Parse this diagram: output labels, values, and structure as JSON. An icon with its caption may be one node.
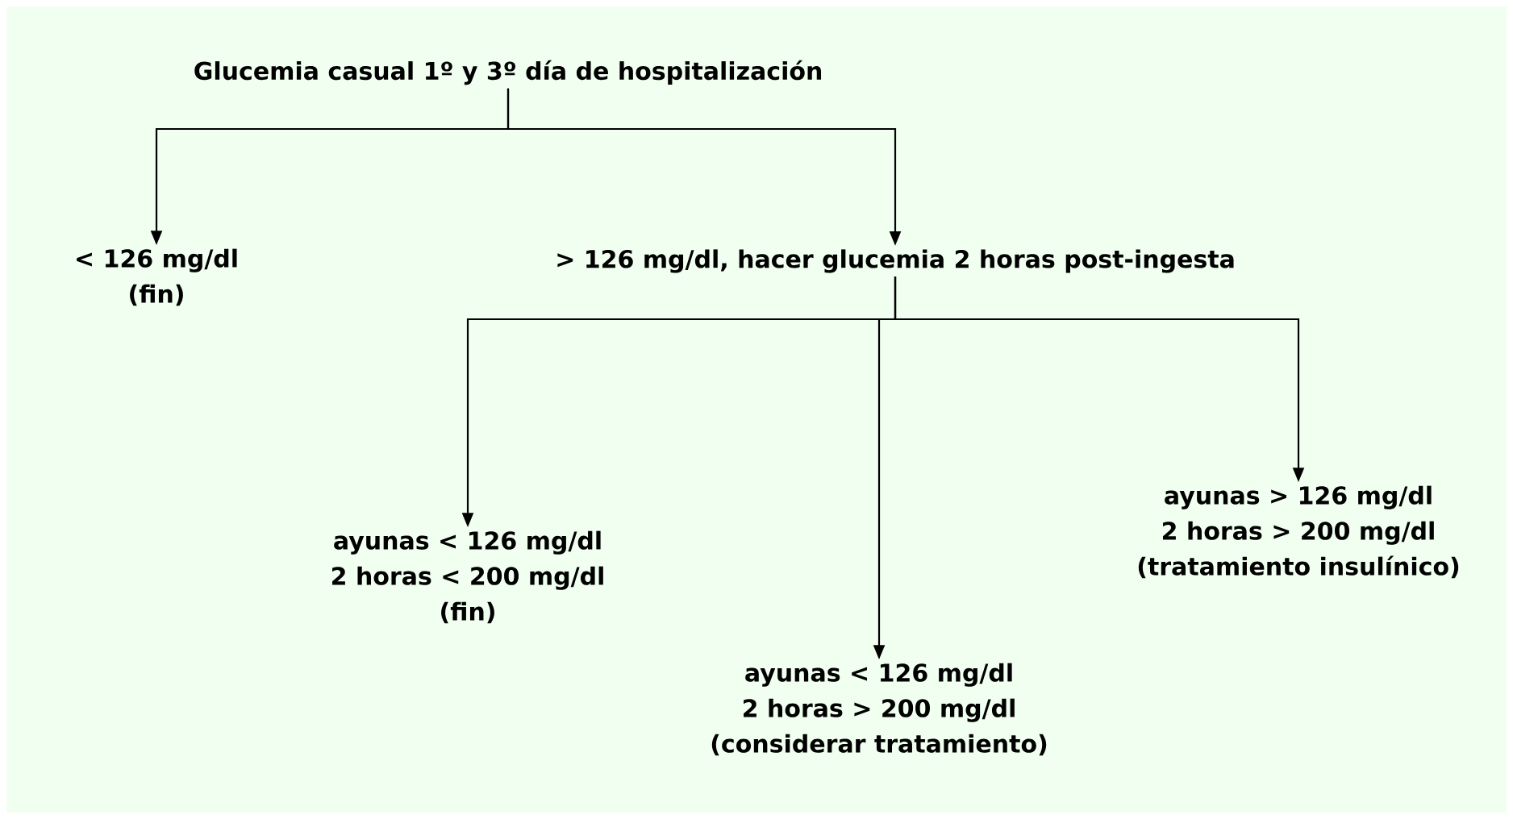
{
  "diagram": {
    "nodes": [
      {
        "text": [
          "Glucemia casual 1º y 3º día de hospitalización"
        ]
      },
      {
        "text": [
          "< 126 mg/dl",
          "(fin)"
        ]
      },
      {
        "text": [
          "> 126 mg/dl, hacer glucemia 2 horas post-ingesta"
        ]
      },
      {
        "text": [
          "ayunas < 126 mg/dl",
          "2 horas < 200 mg/dl",
          "(fin)"
        ]
      },
      {
        "text": [
          "ayunas < 126 mg/dl",
          "2 horas > 200 mg/dl",
          "(considerar tratamiento)"
        ]
      },
      {
        "text": [
          "ayunas > 126 mg/dl",
          "2 horas > 200 mg/dl",
          "(tratamiento insulínico)"
        ]
      }
    ],
    "edges": [
      {
        "from": 0,
        "to": 1,
        "arrow": "to"
      },
      {
        "from": 0,
        "to": 2,
        "arrow": "to"
      },
      {
        "from": 2,
        "to": 3,
        "arrow": "to"
      },
      {
        "from": 2,
        "to": 4,
        "arrow": "to"
      },
      {
        "from": 2,
        "to": 5,
        "arrow": "to"
      }
    ]
  }
}
